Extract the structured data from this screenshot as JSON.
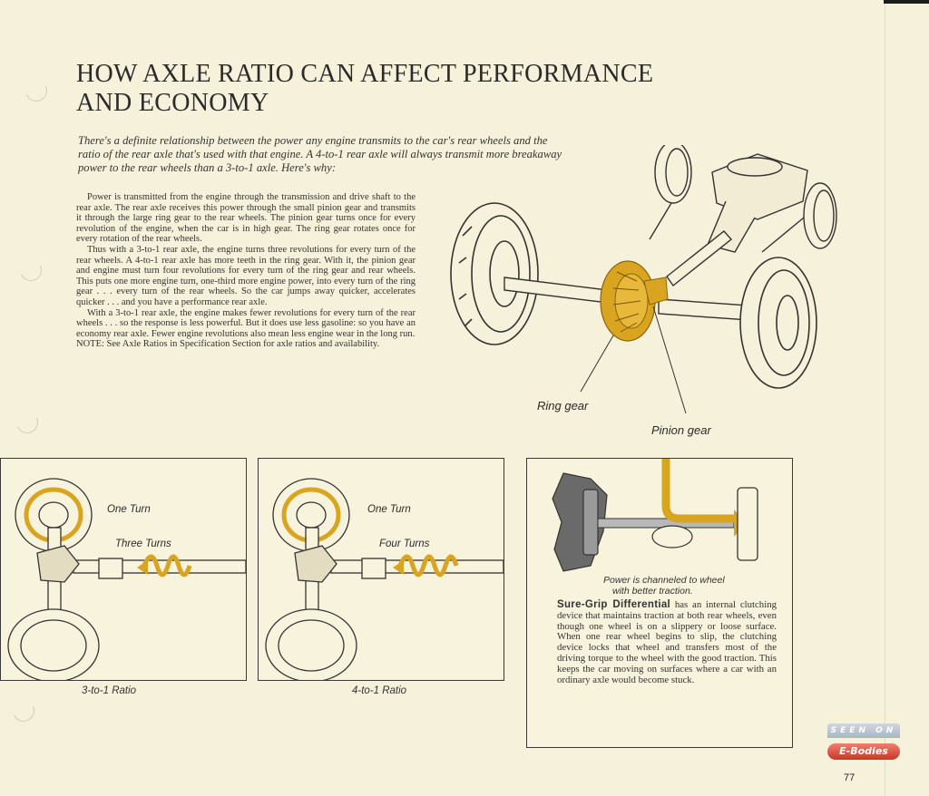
{
  "title": {
    "line1": "HOW AXLE RATIO CAN AFFECT PERFORMANCE",
    "line2": "AND ECONOMY"
  },
  "intro": "There's a definite relationship between the power any engine transmits to the car's rear wheels and the ratio of the rear axle that's used with that engine. A 4-to-1 rear axle will always transmit more breakaway power to the rear wheels than a 3-to-1 axle. Here's why:",
  "body": {
    "p1": "Power is transmitted from the engine through the transmission and drive shaft to the rear axle. The rear axle receives this power through the small pinion gear and transmits it through the large ring gear to the rear wheels. The pinion gear turns once for every revolution of the engine, when the car is in high gear. The ring gear rotates once for every rotation of the rear wheels.",
    "p2": "Thus with a 3-to-1 rear axle, the engine turns three revolutions for every turn of the rear wheels. A 4-to-1 rear axle has more teeth in the ring gear. With it, the pinion gear and engine must turn four revolutions for every turn of the ring gear and rear wheels. This puts one more engine turn, one-third more engine power, into every turn of the ring gear . . . every turn of the rear wheels. So the car jumps away quicker, accelerates quicker . . . and you have a performance rear axle.",
    "p3": "With a 3-to-1 rear axle, the engine makes fewer revolutions for every turn of the rear wheels . . . so the response is less powerful. But it does use less gasoline: so you have an economy rear axle. Fewer engine revolutions also mean less engine wear in the long run.",
    "note": "NOTE: See Axle Ratios in Specification Section for axle ratios and availability."
  },
  "diagram": {
    "ring_gear_label": "Ring gear",
    "pinion_gear_label": "Pinion gear"
  },
  "panel1": {
    "one_turn": "One Turn",
    "turns": "Three Turns",
    "caption": "3-to-1 Ratio"
  },
  "panel2": {
    "one_turn": "One Turn",
    "turns": "Four Turns",
    "caption": "4-to-1 Ratio"
  },
  "panel3": {
    "caption_line1": "Power is channeled to wheel",
    "caption_line2": "with better traction.",
    "heading": "Sure-Grip Differential",
    "text": "has an internal clutching device that maintains traction at both rear wheels, even though one wheel is on a slippery or loose surface. When one rear wheel begins to slip, the clutching device locks that wheel and transfers most of the driving torque to the wheel with the good traction. This keeps the car moving on surfaces where a car with an ordinary axle would become stuck."
  },
  "badge": {
    "top": "SEEN ON",
    "bottom": "E-Bodies"
  },
  "page_number": "77",
  "colors": {
    "paper": "#f6f1da",
    "gold": "#d9a520",
    "ink": "#2a2a2a"
  }
}
